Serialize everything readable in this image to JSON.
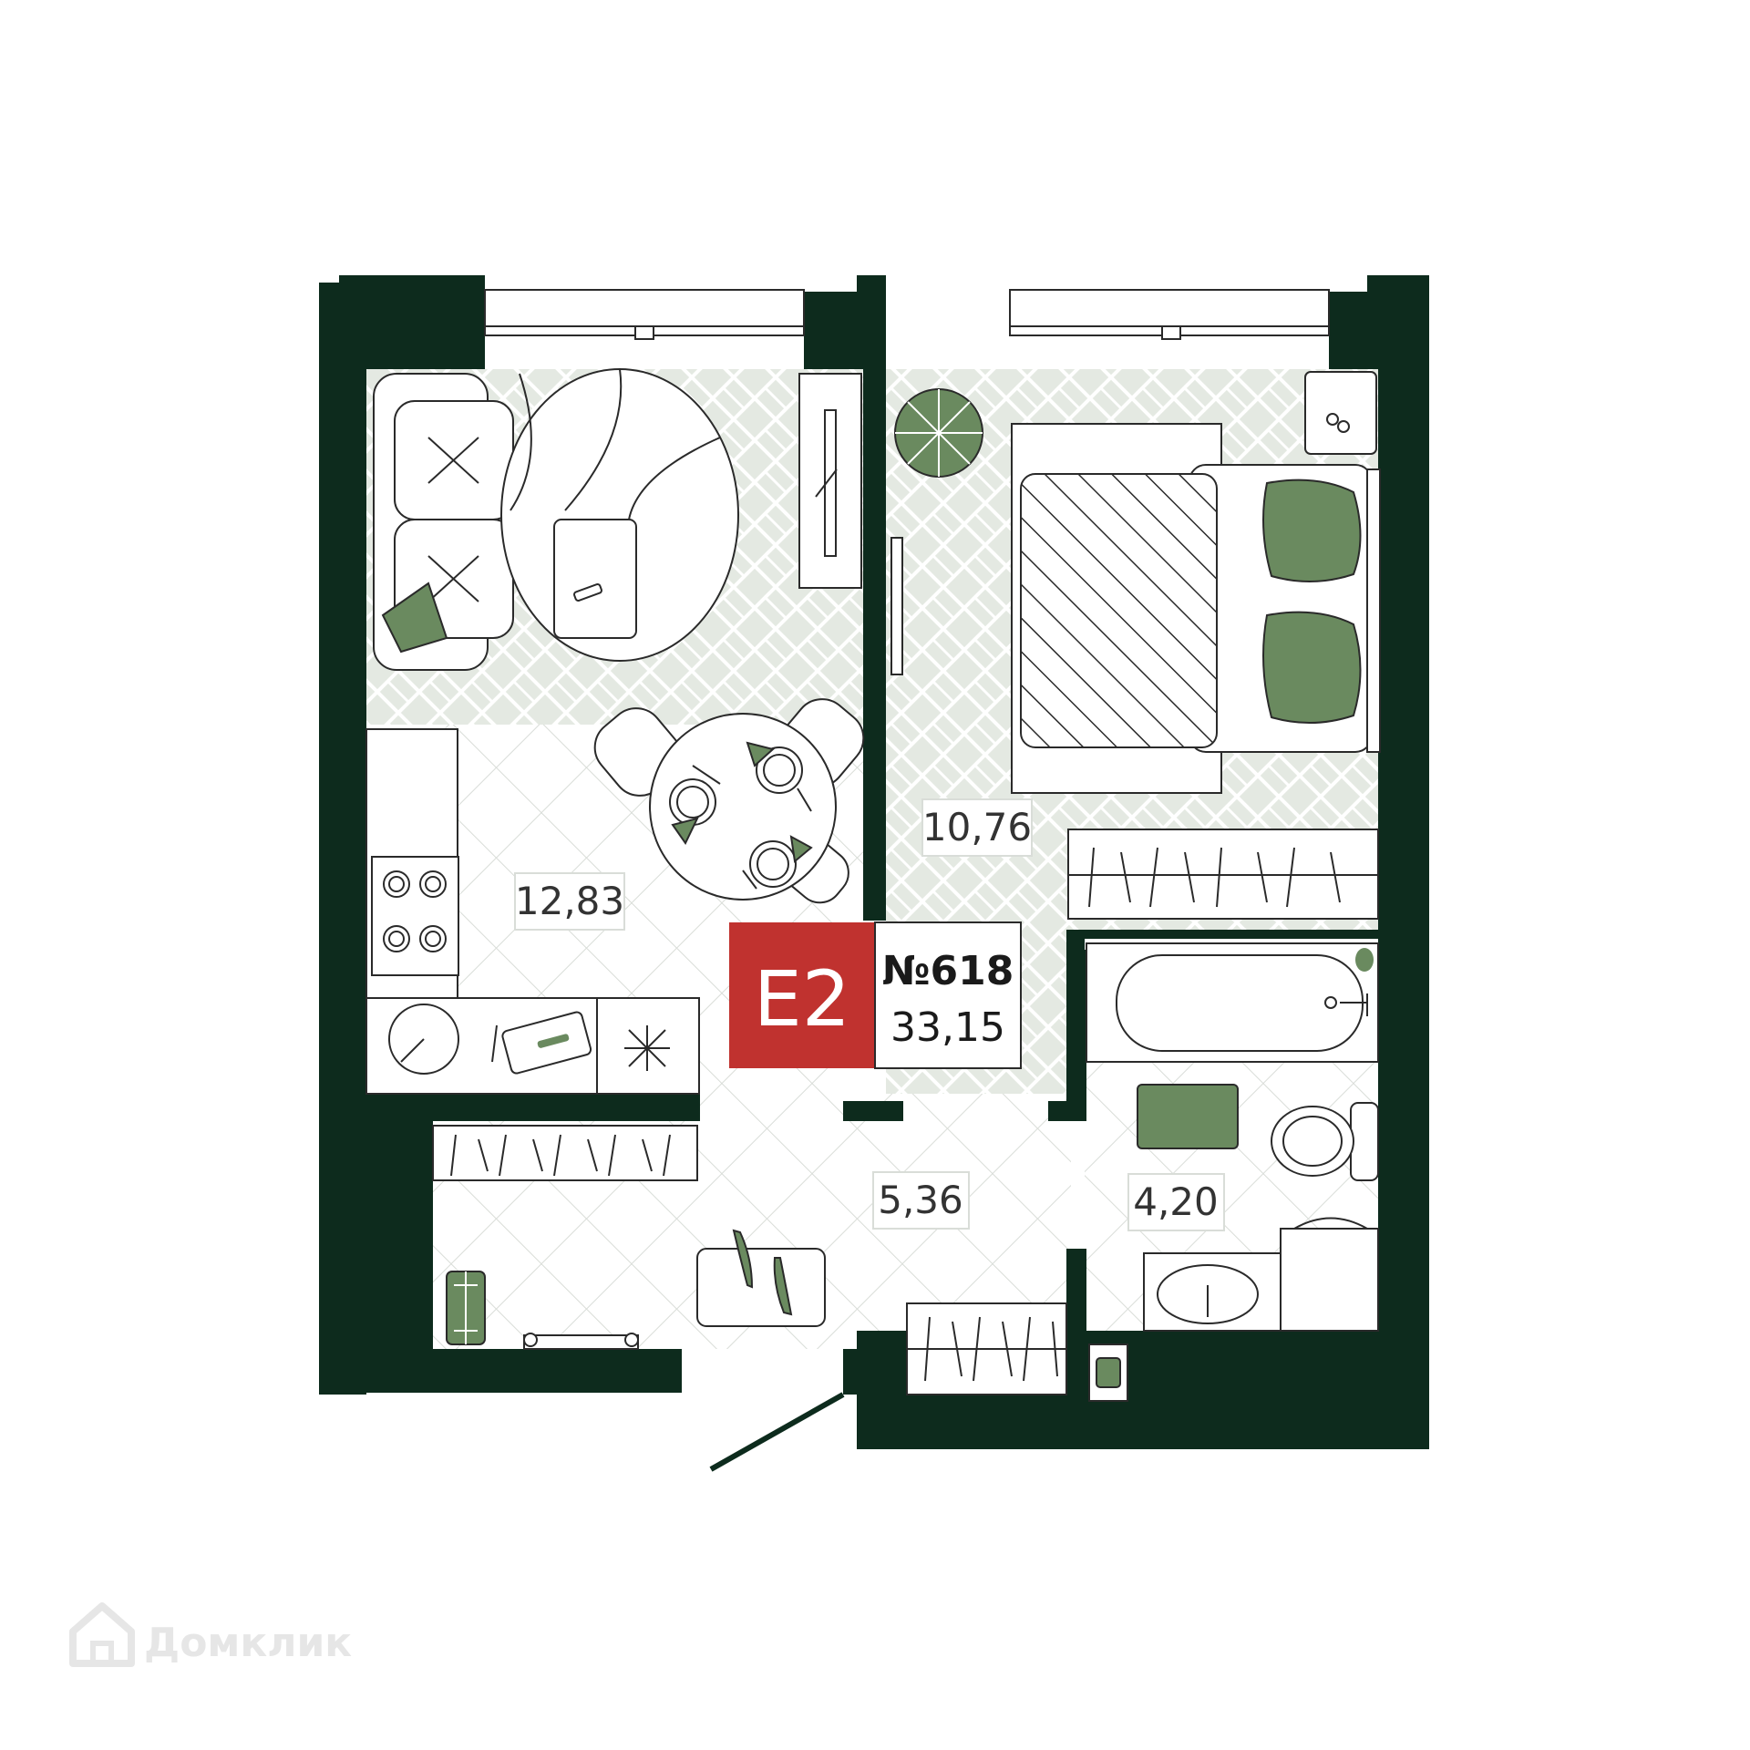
{
  "apartment": {
    "type_code": "E2",
    "number": "№618",
    "total_area": "33,15"
  },
  "rooms": {
    "living_kitchen_area": "12,83",
    "bedroom_area": "10,76",
    "hall_area": "5,36",
    "bathroom_area": "4,20"
  },
  "watermark": {
    "text": "Домклик",
    "icon": "house-icon"
  },
  "colors": {
    "wall": "#0d2b1d",
    "accent_green": "#6a8a5f",
    "badge_red": "#c0322f",
    "floor_parquet": "#e4e9e2"
  }
}
